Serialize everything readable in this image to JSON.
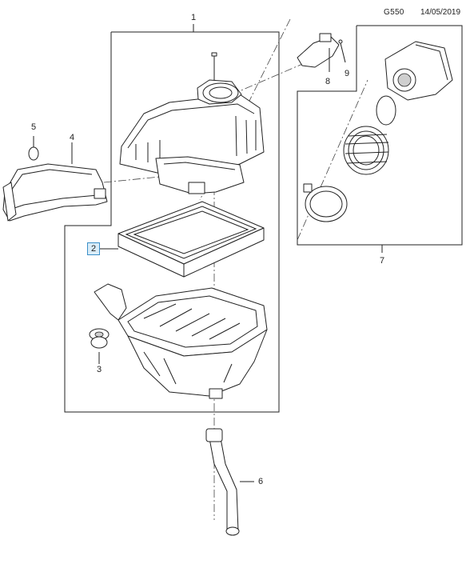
{
  "header": {
    "diagram_code": "G550",
    "date": "14/05/2019"
  },
  "callouts": [
    {
      "number": "1",
      "name": "callout-1"
    },
    {
      "number": "2",
      "name": "callout-2",
      "highlighted": true
    },
    {
      "number": "3",
      "name": "callout-3"
    },
    {
      "number": "4",
      "name": "callout-4"
    },
    {
      "number": "5",
      "name": "callout-5"
    },
    {
      "number": "6",
      "name": "callout-6"
    },
    {
      "number": "7",
      "name": "callout-7"
    },
    {
      "number": "8",
      "name": "callout-8"
    },
    {
      "number": "9",
      "name": "callout-9"
    }
  ],
  "colors": {
    "line": "#222222",
    "highlight_border": "#3a8fc8",
    "highlight_fill": "#d9ecf8",
    "background": "#ffffff"
  }
}
